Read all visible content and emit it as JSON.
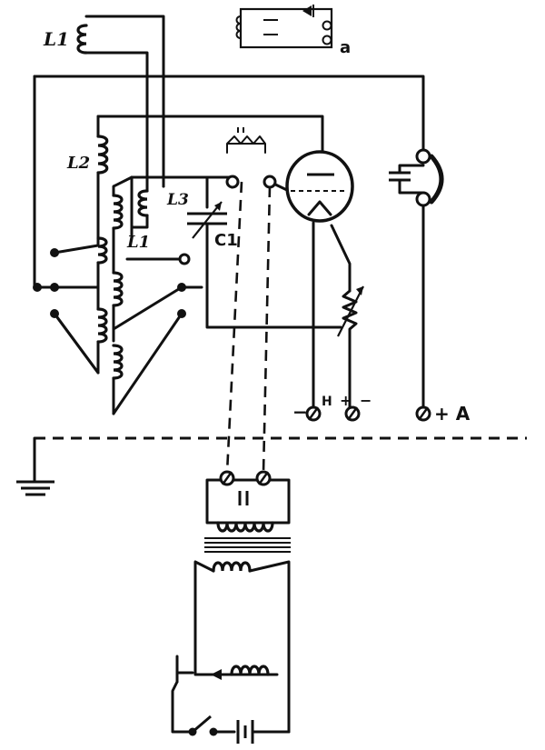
{
  "labels": {
    "l1_top": "L1",
    "l2": "L2",
    "l3": "L3",
    "l1_mid": "L1",
    "c1": "C1",
    "a_label": "a",
    "h_label": "H",
    "minus_left": "−",
    "plus_mid": "+",
    "minus_mid": "−",
    "plus_a": "+ A"
  }
}
